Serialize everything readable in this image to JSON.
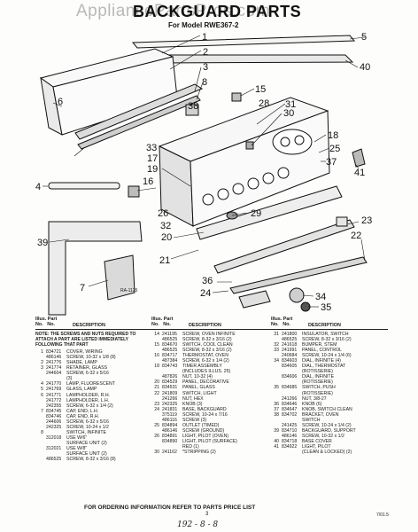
{
  "watermark": "AppliancePartsPros.com",
  "title": "BACKGUARD PARTS",
  "subtitle": "For Model RWE367-2",
  "ra_code": "RA-1125",
  "callouts": [
    "1",
    "2",
    "3",
    "4",
    "5",
    "6",
    "7",
    "8",
    "15",
    "16",
    "17",
    "18",
    "19",
    "20",
    "21",
    "22",
    "23",
    "24",
    "25",
    "26",
    "28",
    "29",
    "30",
    "31",
    "32",
    "33",
    "34",
    "35",
    "36",
    "37",
    "38",
    "39",
    "40",
    "41"
  ],
  "table": {
    "header_illus": "Illus.",
    "header_part": "Part",
    "header_no1": "No.",
    "header_no2": "No.",
    "header_desc": "DESCRIPTION",
    "note": "NOTE: THE SCREWS AND NUTS REQUIRED TO ATTACH A PART ARE LISTED IMMEDIATELY FOLLOWING THAT PART",
    "col1": [
      [
        "1",
        "834721",
        "COVER, WIRING"
      ],
      [
        "",
        "486146",
        "SCREW, 10-32 x 1/8 (8)"
      ],
      [
        "2",
        "241776",
        "SHADE, LAMP"
      ],
      [
        "3",
        "241774",
        "RETAINER, GLASS"
      ],
      [
        "",
        "244604",
        "SCREW, 6-32 x 5/16"
      ],
      [
        "",
        "",
        "(3)"
      ],
      [
        "4",
        "241770",
        "LAMP, FLUORESCENT"
      ],
      [
        "5",
        "241769",
        "GLASS, LAMP"
      ],
      [
        "6",
        "241771",
        "LAMPHOLDER, R.H."
      ],
      [
        "",
        "241772",
        "LAMPHOLDER, L.H."
      ],
      [
        "",
        "242355",
        "SCREW, 6-32 x 1/4 (2)"
      ],
      [
        "7",
        "834745",
        "CAP, END, L.H."
      ],
      [
        "",
        "834746",
        "CAP, END, R.H."
      ],
      [
        "",
        "244606",
        "SCREW, 6-32 x 5/16"
      ],
      [
        "",
        "242325",
        "SCREW, 10-24 x 1/2"
      ],
      [
        "8",
        "",
        "SWITCH, INFINITE"
      ],
      [
        "",
        "312018",
        "USE W/6\""
      ],
      [
        "",
        "",
        "SURFACE UNIT (2)"
      ],
      [
        "",
        "312021",
        "USE W/8\""
      ],
      [
        "",
        "",
        "SURFACE UNIT (2)"
      ],
      [
        "",
        "486525",
        "SCREW, 8-32 x 3/16 (8)"
      ]
    ],
    "col2": [
      [
        "14",
        "241195",
        "SCREW, OVEN INFINITE"
      ],
      [
        "",
        "486525",
        "SCREW, 8-32 x 3/16 (2)"
      ],
      [
        "15",
        "834670",
        "SWITCH, COOL CLEAN"
      ],
      [
        "",
        "486525",
        "SCREW, 8-32 x 3/16 (2)"
      ],
      [
        "16",
        "834717",
        "THERMOSTAT, OVEN"
      ],
      [
        "",
        "487384",
        "SCREW, 6-32 x 1/4 (2)"
      ],
      [
        "18",
        "834743",
        "TIMER ASSEMBLY"
      ],
      [
        "",
        "",
        "(INCLUDES ILLUS. 25)"
      ],
      [
        "",
        "487826",
        "NUT, 10-32 (4)"
      ],
      [
        "20",
        "834529",
        "PANEL, DECORATIVE"
      ],
      [
        "21",
        "834531",
        "PANEL, GLASS"
      ],
      [
        "22",
        "241809",
        "SWITCH, LIGHT"
      ],
      [
        "",
        "241266",
        "NUT, HEX"
      ],
      [
        "23",
        "242325",
        "KNOB (3)"
      ],
      [
        "24",
        "241831",
        "BASE, BACKGUARD"
      ],
      [
        "",
        "375119",
        "SCREW, 10-24 x 7/16"
      ],
      [
        "",
        "486116",
        "SCREW (3)"
      ],
      [
        "25",
        "834894",
        "OUTLET (TIMED)"
      ],
      [
        "",
        "486146",
        "SCREW (GROUND)"
      ],
      [
        "26",
        "834891",
        "LIGHT, PILOT (OVEN)"
      ],
      [
        "",
        "834890",
        "LIGHT, PILOT (SURFACE)"
      ],
      [
        "",
        "",
        "RED (1)"
      ],
      [
        "30",
        "241162",
        "*STRIPPING (2)"
      ]
    ],
    "col3": [
      [
        "31",
        "241800",
        "INSULATOR, SWITCH"
      ],
      [
        "",
        "486525",
        "SCREW, 8-32 x 3/16 (2)"
      ],
      [
        "32",
        "241618",
        "BUMPER, STEM"
      ],
      [
        "33",
        "241991",
        "PANEL, CONTROL"
      ],
      [
        "",
        "240684",
        "SCREW, 10-24 x 1/4 (6)"
      ],
      [
        "34",
        "834603",
        "DIAL, INFINITE (4)"
      ],
      [
        "",
        "834605",
        "DIAL, THERMOSTAT"
      ],
      [
        "",
        "",
        "(ROTISSERIE)"
      ],
      [
        "",
        "834606",
        "DIAL, INFINITE"
      ],
      [
        "",
        "",
        "(ROTISSERIE)"
      ],
      [
        "35",
        "834685",
        "SWITCH, PUSH"
      ],
      [
        "",
        "",
        "(ROTISSERIE)"
      ],
      [
        "",
        "241266",
        "NUT, 3/8-27"
      ],
      [
        "36",
        "834646",
        "KNOB (6)"
      ],
      [
        "37",
        "834647",
        "KNOB, SWITCH CLEAN"
      ],
      [
        "38",
        "834702",
        "BRACKET, OVEN"
      ],
      [
        "",
        "",
        "SWITCH"
      ],
      [
        "",
        "241425",
        "SCREW, 10-24 x 1/4 (2)"
      ],
      [
        "39",
        "834710",
        "BACKGUARD, SUPPORT"
      ],
      [
        "",
        "486146",
        "SCREW, 10-32 x 1/2"
      ],
      [
        "40",
        "834718",
        "BASE COVER"
      ],
      [
        "41",
        "834922",
        "LIGHT, PILOT"
      ],
      [
        "",
        "",
        "(CLEAN & LOCKED) (2)"
      ]
    ]
  },
  "footer": "FOR ORDERING INFORMATION REFER TO PARTS PRICE LIST",
  "page_number": "3",
  "doc_code": "7/01.5",
  "handwriting": "192 - 8 - 8"
}
